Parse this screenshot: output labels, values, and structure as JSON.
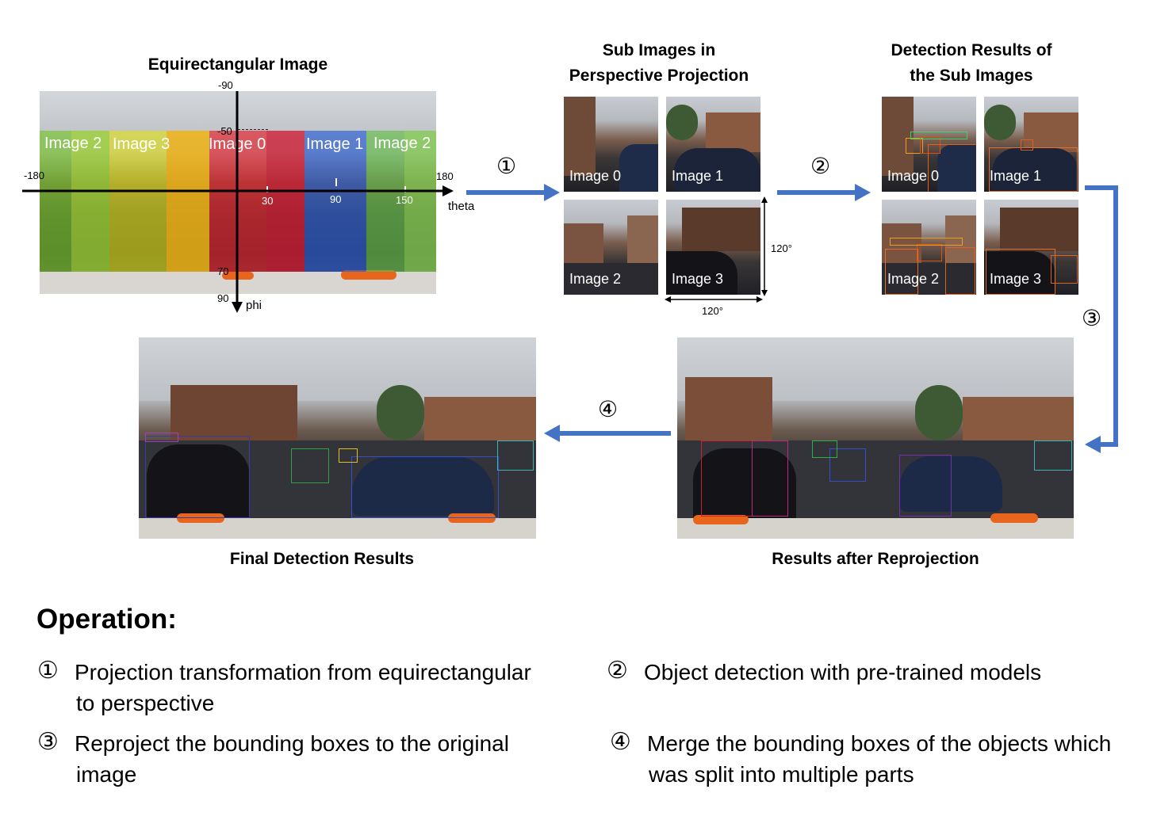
{
  "equirect": {
    "title": "Equirectangular Image",
    "axis_theta": "theta",
    "axis_phi": "phi",
    "ticks": {
      "phi_top": "-90",
      "phi_m50": "-50",
      "phi_70": "70",
      "phi_bottom": "90",
      "theta_left": "-180",
      "theta_right": "180",
      "t30": "30",
      "t90": "90",
      "t150": "150"
    },
    "bands": [
      {
        "label": "Image 2",
        "color": "#8fd13a"
      },
      {
        "label": "Image 3",
        "color": "#e8e81a"
      },
      {
        "label": "Image 0",
        "color": "#e8242c"
      },
      {
        "label": "Image 1",
        "color": "#2a5ed6"
      },
      {
        "label": "Image 2",
        "color": "#6fc34a"
      }
    ]
  },
  "sub_images": {
    "title_line1": "Sub Images in",
    "title_line2": "Perspective Projection",
    "labels": [
      "Image 0",
      "Image 1",
      "Image 2",
      "Image 3"
    ],
    "dim_h": "120°",
    "dim_w": "120°"
  },
  "detections": {
    "title_line1": "Detection Results of",
    "title_line2": "the Sub Images",
    "labels": [
      "Image 0",
      "Image 1",
      "Image 2",
      "Image 3"
    ]
  },
  "steps": {
    "s1": "①",
    "s2": "②",
    "s3": "③",
    "s4": "④"
  },
  "final": {
    "caption": "Final Detection Results"
  },
  "reproj": {
    "caption": "Results after Reprojection"
  },
  "operation": {
    "title": "Operation:",
    "items": [
      {
        "num": "①",
        "line1": "Projection transformation from equirectangular",
        "line2": "to perspective"
      },
      {
        "num": "②",
        "line1": "Object detection with pre-trained models",
        "line2": ""
      },
      {
        "num": "③",
        "line1": "Reproject the bounding boxes to the original",
        "line2": "image"
      },
      {
        "num": "④",
        "line1": "Merge the bounding boxes of the objects which",
        "line2": "was split into multiple parts"
      }
    ]
  },
  "colors": {
    "arrow": "#4472c4"
  }
}
